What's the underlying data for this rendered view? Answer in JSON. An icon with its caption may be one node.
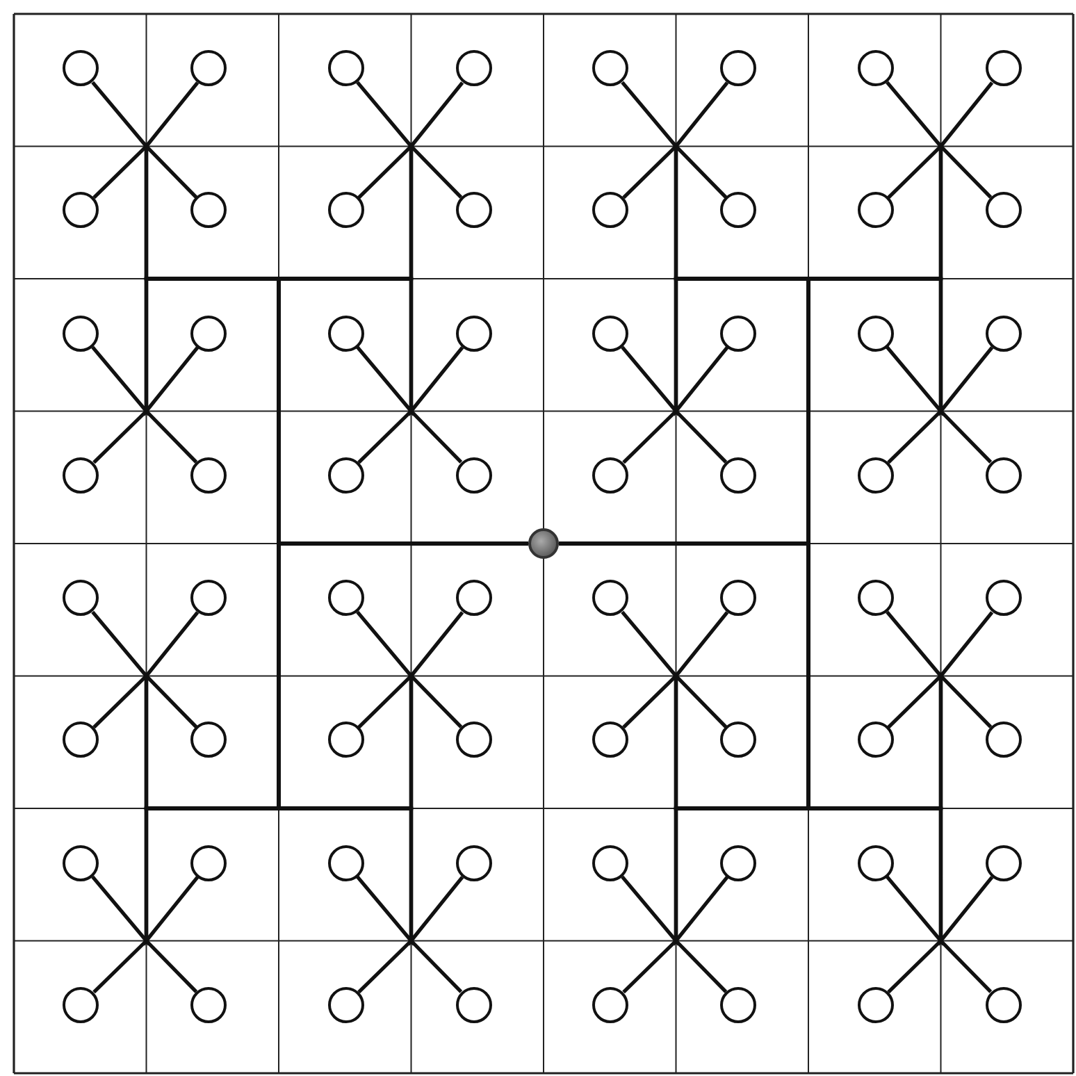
{
  "diagram": {
    "nodes": [
      {
        "text": [],
        "shape": "circle"
      },
      {
        "text": [],
        "shape": "circle"
      },
      {
        "text": [],
        "shape": "circle"
      },
      {
        "text": [],
        "shape": "circle"
      },
      {
        "text": [],
        "shape": "circle"
      },
      {
        "text": [],
        "shape": "circle"
      },
      {
        "text": [],
        "shape": "circle"
      },
      {
        "text": [],
        "shape": "circle"
      },
      {
        "text": [],
        "shape": "circle"
      },
      {
        "text": [],
        "shape": "circle"
      },
      {
        "text": [],
        "shape": "circle"
      },
      {
        "text": [],
        "shape": "circle"
      },
      {
        "text": [],
        "shape": "circle"
      },
      {
        "text": [],
        "shape": "circle"
      },
      {
        "text": [],
        "shape": "circle"
      },
      {
        "text": [],
        "shape": "circle"
      },
      {
        "text": [],
        "shape": "circle"
      },
      {
        "text": [],
        "shape": "circle"
      },
      {
        "text": [],
        "shape": "circle"
      },
      {
        "text": [],
        "shape": "circle"
      },
      {
        "text": [],
        "shape": "circle"
      },
      {
        "text": [],
        "shape": "circle"
      },
      {
        "text": [],
        "shape": "circle"
      },
      {
        "text": [],
        "shape": "circle"
      },
      {
        "text": [],
        "shape": "circle"
      },
      {
        "text": [],
        "shape": "circle"
      },
      {
        "text": [],
        "shape": "circle"
      },
      {
        "text": [],
        "shape": "circle"
      },
      {
        "text": [],
        "shape": "circle"
      },
      {
        "text": [],
        "shape": "circle"
      },
      {
        "text": [],
        "shape": "circle"
      },
      {
        "text": [],
        "shape": "circle"
      },
      {
        "text": [],
        "shape": "circle"
      },
      {
        "text": [],
        "shape": "circle"
      },
      {
        "text": [],
        "shape": "circle"
      },
      {
        "text": [],
        "shape": "circle"
      },
      {
        "text": [],
        "shape": "circle"
      },
      {
        "text": [],
        "shape": "circle"
      },
      {
        "text": [],
        "shape": "circle"
      },
      {
        "text": [],
        "shape": "circle"
      },
      {
        "text": [],
        "shape": "circle"
      },
      {
        "text": [],
        "shape": "circle"
      },
      {
        "text": [],
        "shape": "circle"
      },
      {
        "text": [],
        "shape": "circle"
      },
      {
        "text": [],
        "shape": "circle"
      },
      {
        "text": [],
        "shape": "circle"
      },
      {
        "text": [],
        "shape": "circle"
      },
      {
        "text": [],
        "shape": "circle"
      },
      {
        "text": [],
        "shape": "circle"
      },
      {
        "text": [],
        "shape": "circle"
      },
      {
        "text": [],
        "shape": "circle"
      },
      {
        "text": [],
        "shape": "circle"
      },
      {
        "text": [],
        "shape": "circle"
      },
      {
        "text": [],
        "shape": "circle"
      },
      {
        "text": [],
        "shape": "circle"
      },
      {
        "text": [],
        "shape": "circle"
      },
      {
        "text": [],
        "shape": "circle"
      },
      {
        "text": [],
        "shape": "circle"
      },
      {
        "text": [],
        "shape": "circle"
      },
      {
        "text": [],
        "shape": "circle"
      },
      {
        "text": [],
        "shape": "circle"
      },
      {
        "text": [],
        "shape": "circle"
      },
      {
        "text": [],
        "shape": "circle"
      },
      {
        "text": [],
        "shape": "circle"
      },
      {
        "text": [],
        "shape": "circle"
      }
    ],
    "edges": [
      {
        "from": 64,
        "to": 0,
        "arrow": "none"
      },
      {
        "from": 64,
        "to": 1,
        "arrow": "none"
      },
      {
        "from": 64,
        "to": 2,
        "arrow": "none"
      },
      {
        "from": 64,
        "to": 3,
        "arrow": "none"
      },
      {
        "from": 64,
        "to": 4,
        "arrow": "none"
      },
      {
        "from": 64,
        "to": 5,
        "arrow": "none"
      },
      {
        "from": 64,
        "to": 6,
        "arrow": "none"
      },
      {
        "from": 64,
        "to": 7,
        "arrow": "none"
      },
      {
        "from": 64,
        "to": 8,
        "arrow": "none"
      },
      {
        "from": 64,
        "to": 9,
        "arrow": "none"
      },
      {
        "from": 64,
        "to": 10,
        "arrow": "none"
      },
      {
        "from": 64,
        "to": 11,
        "arrow": "none"
      },
      {
        "from": 64,
        "to": 12,
        "arrow": "none"
      },
      {
        "from": 64,
        "to": 13,
        "arrow": "none"
      },
      {
        "from": 64,
        "to": 14,
        "arrow": "none"
      },
      {
        "from": 64,
        "to": 15,
        "arrow": "none"
      },
      {
        "from": 64,
        "to": 16,
        "arrow": "none"
      },
      {
        "from": 64,
        "to": 17,
        "arrow": "none"
      },
      {
        "from": 64,
        "to": 18,
        "arrow": "none"
      },
      {
        "from": 64,
        "to": 19,
        "arrow": "none"
      },
      {
        "from": 64,
        "to": 20,
        "arrow": "none"
      },
      {
        "from": 64,
        "to": 21,
        "arrow": "none"
      },
      {
        "from": 64,
        "to": 22,
        "arrow": "none"
      },
      {
        "from": 64,
        "to": 23,
        "arrow": "none"
      },
      {
        "from": 64,
        "to": 24,
        "arrow": "none"
      },
      {
        "from": 64,
        "to": 25,
        "arrow": "none"
      },
      {
        "from": 64,
        "to": 26,
        "arrow": "none"
      },
      {
        "from": 64,
        "to": 27,
        "arrow": "none"
      },
      {
        "from": 64,
        "to": 28,
        "arrow": "none"
      },
      {
        "from": 64,
        "to": 29,
        "arrow": "none"
      },
      {
        "from": 64,
        "to": 30,
        "arrow": "none"
      },
      {
        "from": 64,
        "to": 31,
        "arrow": "none"
      },
      {
        "from": 64,
        "to": 32,
        "arrow": "none"
      },
      {
        "from": 64,
        "to": 33,
        "arrow": "none"
      },
      {
        "from": 64,
        "to": 34,
        "arrow": "none"
      },
      {
        "from": 64,
        "to": 35,
        "arrow": "none"
      },
      {
        "from": 64,
        "to": 36,
        "arrow": "none"
      },
      {
        "from": 64,
        "to": 37,
        "arrow": "none"
      },
      {
        "from": 64,
        "to": 38,
        "arrow": "none"
      },
      {
        "from": 64,
        "to": 39,
        "arrow": "none"
      },
      {
        "from": 64,
        "to": 40,
        "arrow": "none"
      },
      {
        "from": 64,
        "to": 41,
        "arrow": "none"
      },
      {
        "from": 64,
        "to": 42,
        "arrow": "none"
      },
      {
        "from": 64,
        "to": 43,
        "arrow": "none"
      },
      {
        "from": 64,
        "to": 44,
        "arrow": "none"
      },
      {
        "from": 64,
        "to": 45,
        "arrow": "none"
      },
      {
        "from": 64,
        "to": 46,
        "arrow": "none"
      },
      {
        "from": 64,
        "to": 47,
        "arrow": "none"
      },
      {
        "from": 64,
        "to": 48,
        "arrow": "none"
      },
      {
        "from": 64,
        "to": 49,
        "arrow": "none"
      },
      {
        "from": 64,
        "to": 50,
        "arrow": "none"
      },
      {
        "from": 64,
        "to": 51,
        "arrow": "none"
      },
      {
        "from": 64,
        "to": 52,
        "arrow": "none"
      },
      {
        "from": 64,
        "to": 53,
        "arrow": "none"
      },
      {
        "from": 64,
        "to": 54,
        "arrow": "none"
      },
      {
        "from": 64,
        "to": 55,
        "arrow": "none"
      },
      {
        "from": 64,
        "to": 56,
        "arrow": "none"
      },
      {
        "from": 64,
        "to": 57,
        "arrow": "none"
      },
      {
        "from": 64,
        "to": 58,
        "arrow": "none"
      },
      {
        "from": 64,
        "to": 59,
        "arrow": "none"
      },
      {
        "from": 64,
        "to": 60,
        "arrow": "none"
      },
      {
        "from": 64,
        "to": 61,
        "arrow": "none"
      },
      {
        "from": 64,
        "to": 62,
        "arrow": "none"
      },
      {
        "from": 64,
        "to": 63,
        "arrow": "none"
      }
    ]
  }
}
